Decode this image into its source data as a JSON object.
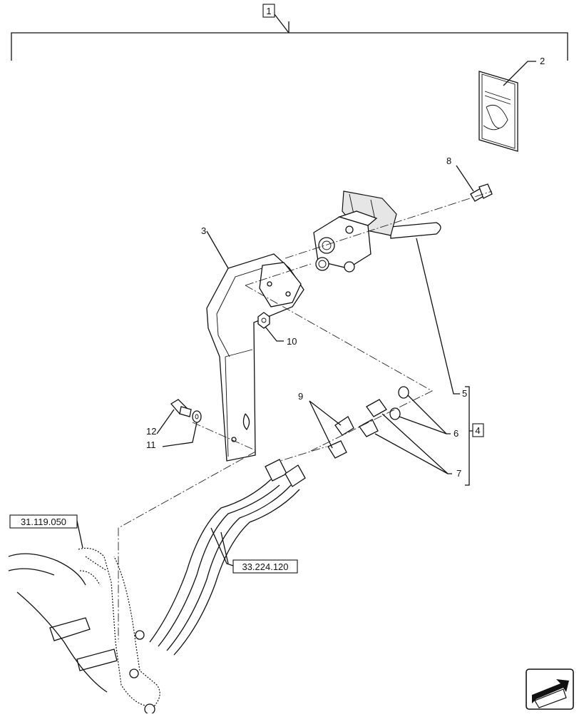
{
  "diagram": {
    "assembly_number": "1",
    "callouts": {
      "c2": "2",
      "c3": "3",
      "c4": "4",
      "c5": "5",
      "c6": "6",
      "c7": "7",
      "c8": "8",
      "c9": "9",
      "c10": "10",
      "c11": "11",
      "c12": "12"
    },
    "references": {
      "left_ref": "31.119.050",
      "hose_ref": "33.224.120"
    },
    "icons": [
      "instruction-booklet-icon",
      "next-page-arrow-icon"
    ]
  }
}
